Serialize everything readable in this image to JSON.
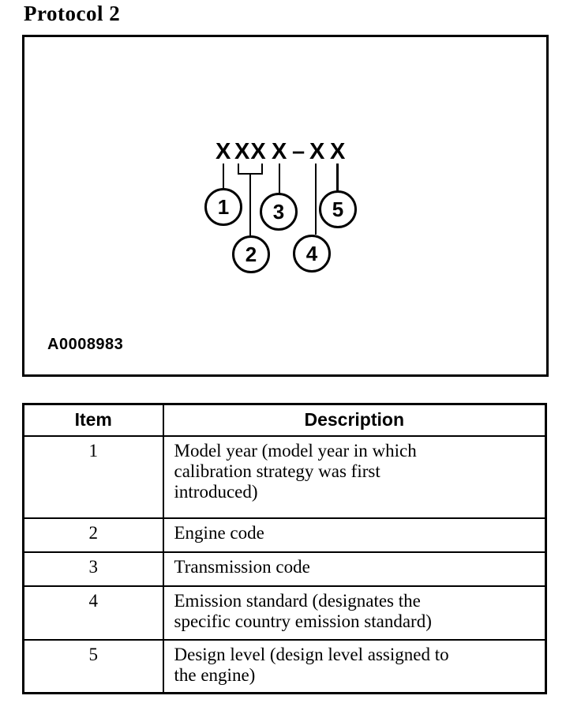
{
  "page_title": "Protocol 2",
  "figure": {
    "label": "A0008983",
    "code_segments": {
      "seg1": "X",
      "seg2": "XX",
      "seg3": "X",
      "dash": "–",
      "seg4": "X",
      "seg5": "X"
    },
    "callouts": [
      "1",
      "2",
      "3",
      "4",
      "5"
    ]
  },
  "table": {
    "headers": {
      "item": "Item",
      "description": "Description"
    },
    "rows": [
      {
        "item": "1",
        "description": [
          "Model year (model year in which",
          "calibration strategy was first",
          "introduced)"
        ]
      },
      {
        "item": "2",
        "description": [
          "Engine code"
        ]
      },
      {
        "item": "3",
        "description": [
          "Transmission code"
        ]
      },
      {
        "item": "4",
        "description": [
          "Emission standard (designates the",
          "specific country emission standard)"
        ]
      },
      {
        "item": "5",
        "description": [
          "Design level (design level assigned to",
          "the engine)"
        ]
      }
    ]
  },
  "colors": {
    "ink": "#000000",
    "paper": "#ffffff"
  }
}
